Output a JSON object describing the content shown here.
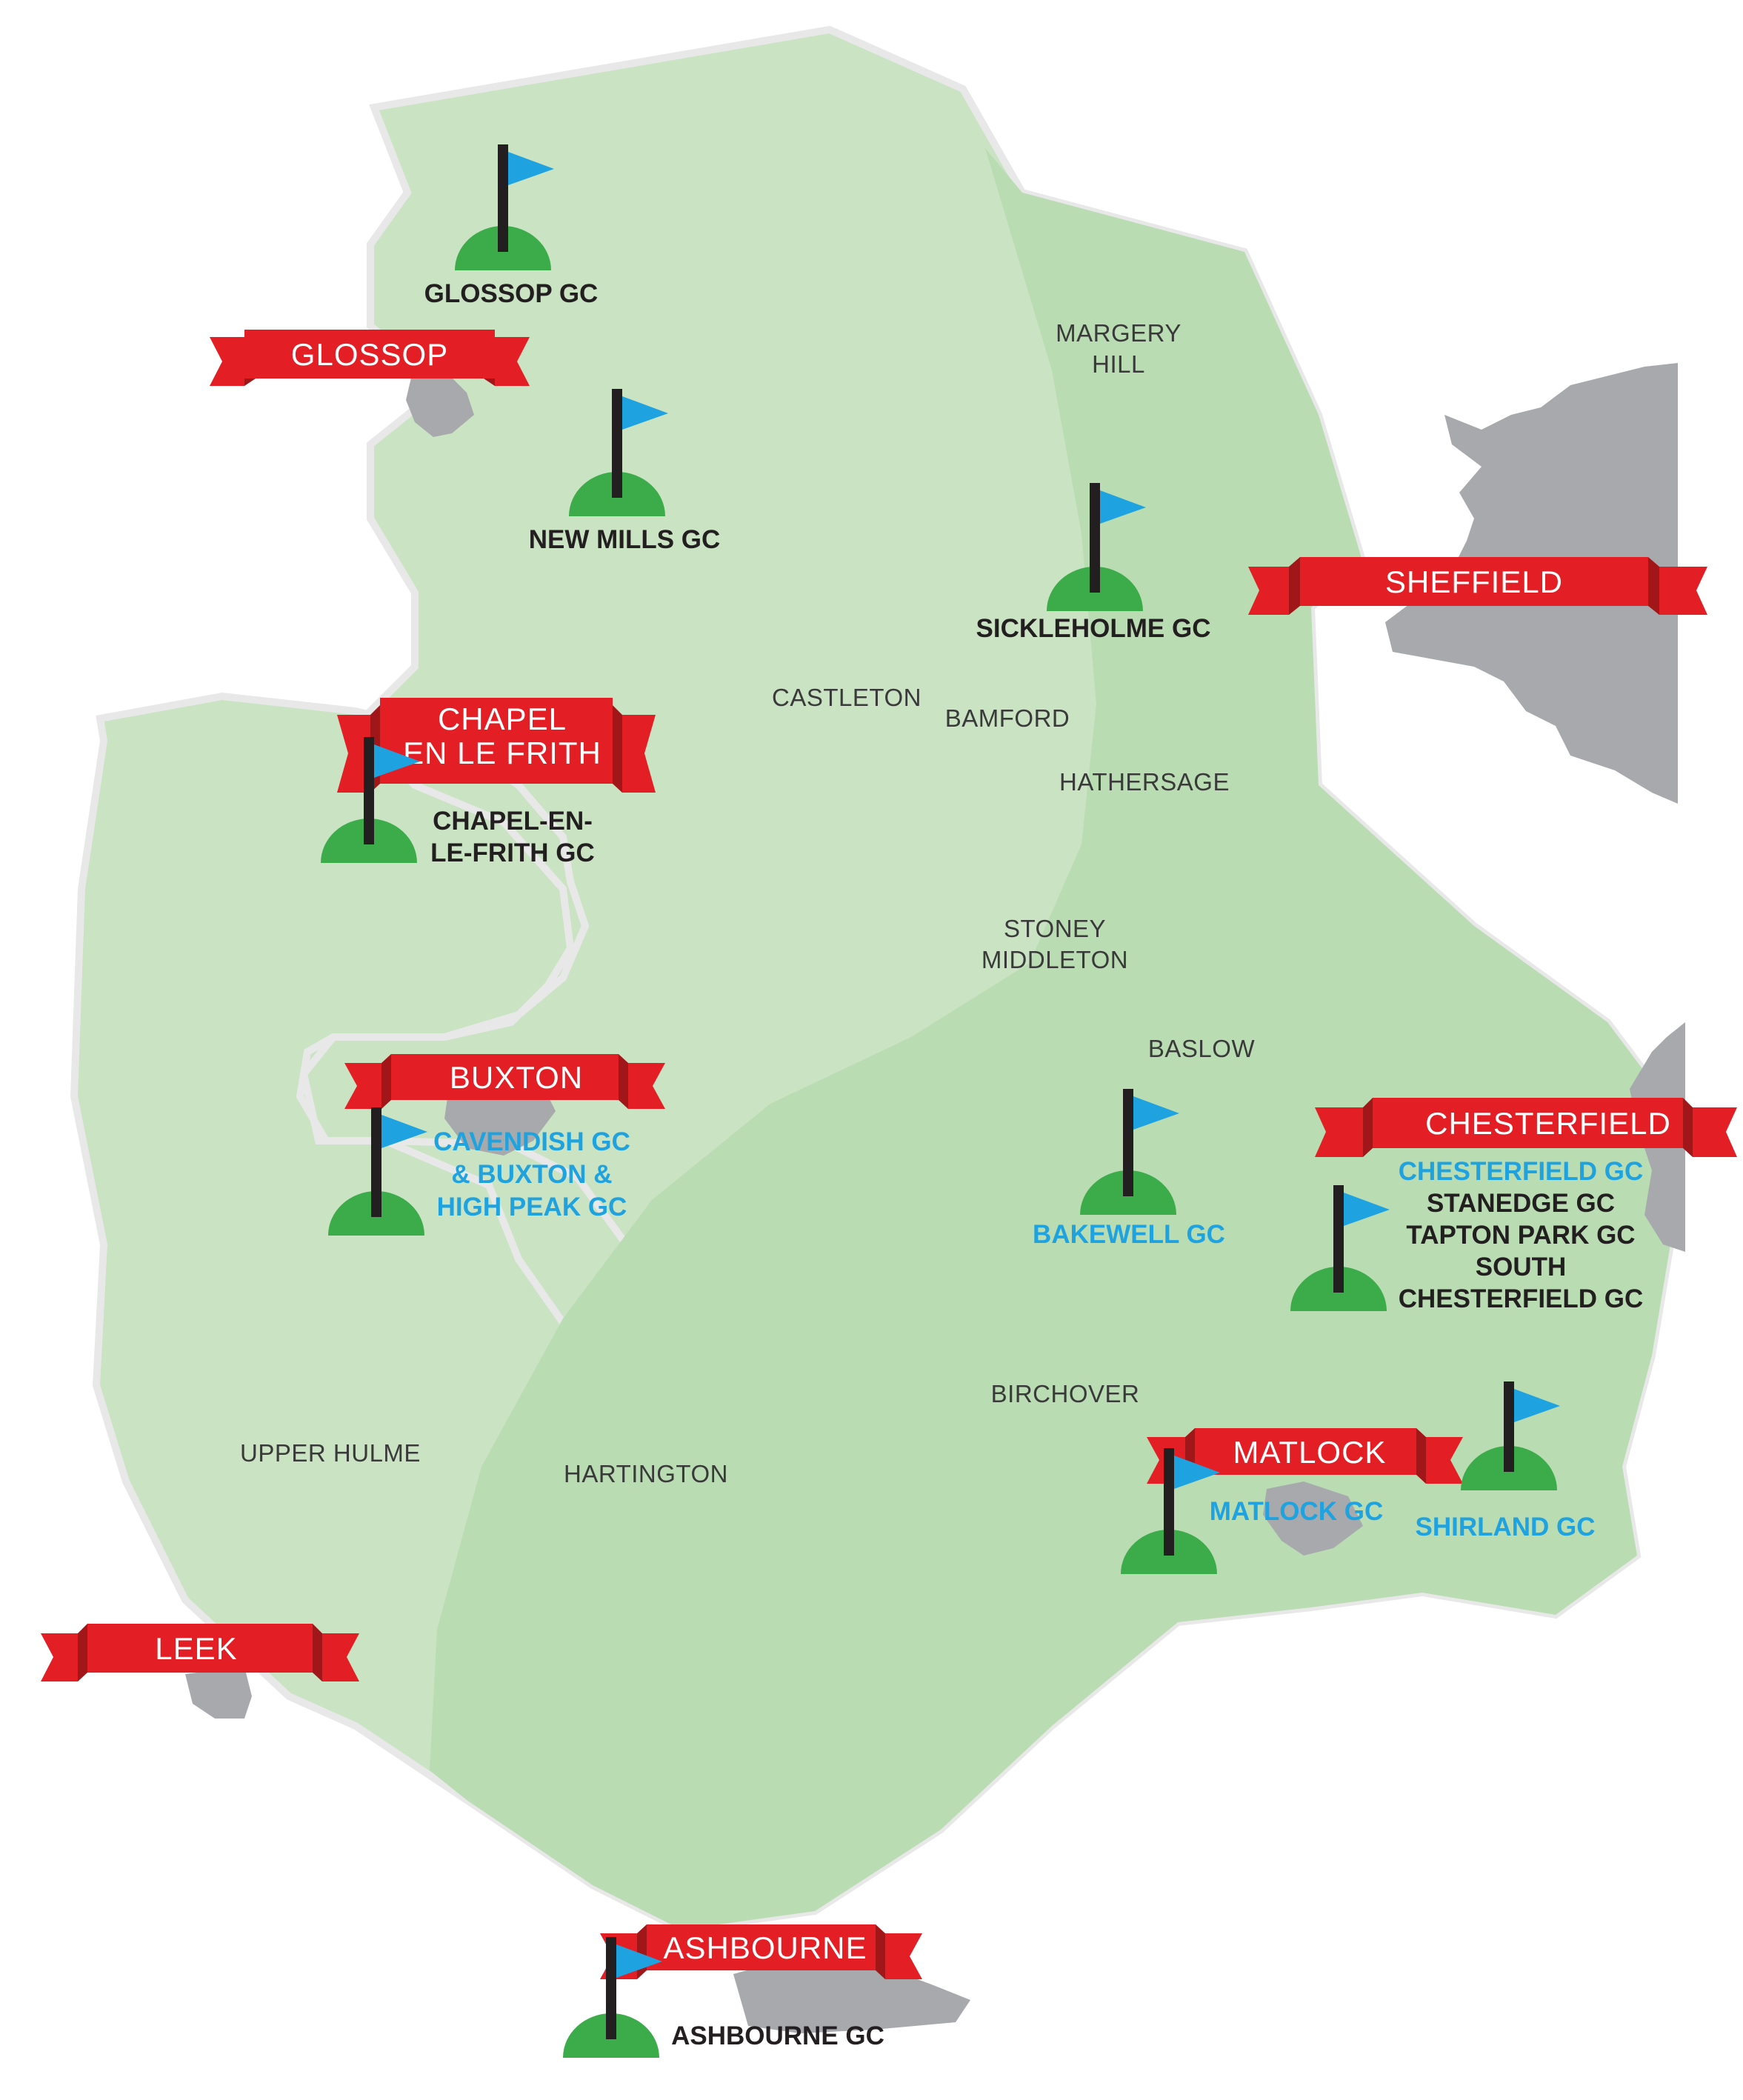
{
  "colors": {
    "land_light": "#c9e3c3",
    "land_mid": "#b9dcb2",
    "urban": "#a7a9ac",
    "banner": "#e31e24",
    "banner_fold": "#a11619",
    "green": "#3cac4a",
    "flag": "#1ea3e0",
    "pole": "#231f20"
  },
  "towns": [
    {
      "line1": "MARGERY",
      "line2": "HILL"
    },
    {
      "line1": "CASTLETON"
    },
    {
      "line1": "BAMFORD"
    },
    {
      "line1": "HATHERSAGE"
    },
    {
      "line1": "STONEY",
      "line2": "MIDDLETON"
    },
    {
      "line1": "BASLOW"
    },
    {
      "line1": "BIRCHOVER"
    },
    {
      "line1": "UPPER HULME"
    },
    {
      "line1": "HARTINGTON"
    }
  ],
  "banners": [
    {
      "line1": "GLOSSOP"
    },
    {
      "line1": "SHEFFIELD"
    },
    {
      "line1": "CHAPEL",
      "line2": "EN LE FRITH"
    },
    {
      "line1": "BUXTON"
    },
    {
      "line1": "CHESTERFIELD"
    },
    {
      "line1": "MATLOCK"
    },
    {
      "line1": "LEEK"
    },
    {
      "line1": "ASHBOURNE"
    }
  ],
  "clubs": [
    {
      "lines": [
        "GLOSSOP GC"
      ],
      "style": "dark"
    },
    {
      "lines": [
        "NEW MILLS GC"
      ],
      "style": "dark"
    },
    {
      "lines": [
        "SICKLEHOLME GC"
      ],
      "style": "dark"
    },
    {
      "lines": [
        "CHAPEL-EN-",
        "LE-FRITH GC"
      ],
      "style": "dark"
    },
    {
      "lines": [
        "CAVENDISH GC",
        "& BUXTON &",
        "HIGH PEAK GC"
      ],
      "style": "blue"
    },
    {
      "lines": [
        "BAKEWELL GC"
      ],
      "style": "blue"
    },
    {
      "lines": [
        "CHESTERFIELD GC"
      ],
      "style": "blue"
    },
    {
      "lines": [
        "STANEDGE GC",
        "TAPTON PARK GC",
        "SOUTH",
        "CHESTERFIELD GC"
      ],
      "style": "dark"
    },
    {
      "lines": [
        "MATLOCK GC"
      ],
      "style": "blue"
    },
    {
      "lines": [
        "SHIRLAND GC"
      ],
      "style": "blue"
    },
    {
      "lines": [
        "ASHBOURNE GC"
      ],
      "style": "dark"
    }
  ]
}
